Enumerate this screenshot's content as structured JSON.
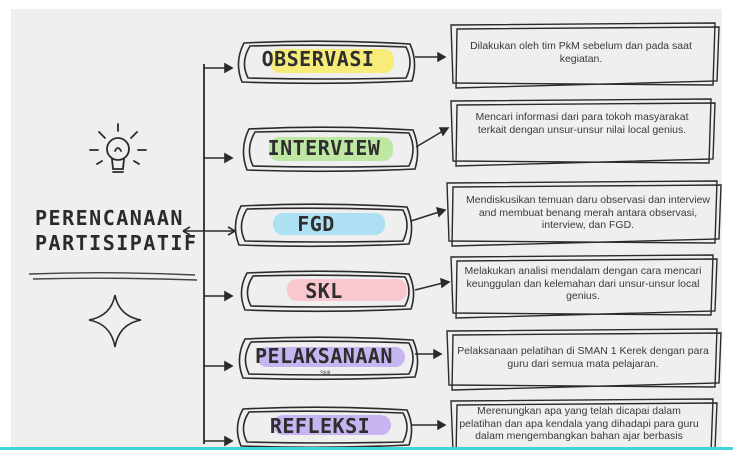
{
  "title": {
    "line1": "PERENCANAAN",
    "line2": "PARTISIPATIF"
  },
  "steps": [
    {
      "label": "OBSERVASI",
      "highlight": "#f7ec7a",
      "description": "Dilakukan oleh tim PkM sebelum dan pada saat kegiatan."
    },
    {
      "label": "INTERVIEW",
      "highlight": "#bfe7a4",
      "description": "Mencari informasi dari para tokoh masyarakat terkait dengan unsur-unsur nilai local genius."
    },
    {
      "label": "FGD",
      "highlight": "#aee0f3",
      "description": "Mendiskusikan temuan daru observasi dan interview and membuat benang merah antara observasi, interview, dan FGD."
    },
    {
      "label": "SKL",
      "highlight": "#f9c8cf",
      "description": "Melakukan analisi mendalam dengan cara mencari keunggulan dan kelemahan dari unsur-unsur local genius."
    },
    {
      "label": "PELAKSANAAN",
      "highlight": "#c7b5f1",
      "note": "SML",
      "description": "Pelaksanaan pelatihan di SMAN 1 Kerek dengan para guru dari semua mata pelajaran."
    },
    {
      "label": "REFLEKSI",
      "highlight": "#c7b5f1",
      "description": "Merenungkan apa yang telah dicapai dalam pelatihan dan apa kendala yang dihadapi para guru dalam mengembangkan bahan ajar berbasis"
    }
  ],
  "colors": {
    "background": "#efefef",
    "ink": "#2b2b2b",
    "accent": "#3fd3da"
  },
  "icons": [
    "lightbulb-icon",
    "sparkle-icon"
  ]
}
